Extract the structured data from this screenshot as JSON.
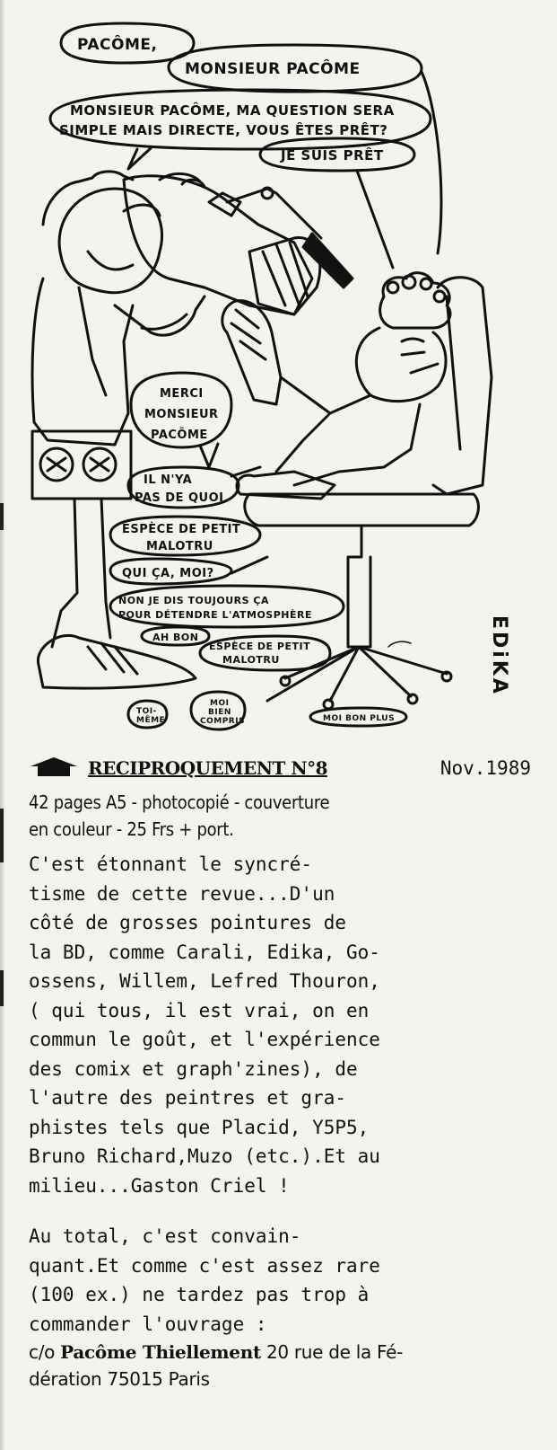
{
  "cartoon": {
    "bubbles": {
      "b1": "PACÔME,",
      "b2": "MONSIEUR PACÔME",
      "b3_line1": "MONSIEUR PACÔME, MA QUESTION SERA",
      "b3_line2": "SIMPLE MAIS DIRECTE, VOUS ÊTES PRÊT?",
      "b4": "JE SUIS PRÊT",
      "b5_line1": "MERCI",
      "b5_line2": "MONSIEUR",
      "b5_line3": "PACÔME",
      "b6_line1": "IL N'YA",
      "b6_line2": "PAS DE QUOI",
      "b7_line1": "ESPÈCE DE PETIT",
      "b7_line2": "MALOTRU",
      "b8": "QUI ÇA, MOI?",
      "b9_line1": "NON JE DIS TOUJOURS ÇA",
      "b9_line2": "POUR DÉTENDRE L'ATMOSPHÈRE",
      "b10": "AH BON",
      "b11_line1": "ESPÈCE DE PETIT",
      "b11_line2": "MALOTRU",
      "b12_line1": "TOI-",
      "b12_line2": "MÊME",
      "b13_line1": "MOI",
      "b13_line2": "BIEN",
      "b13_line3": "COMPRIS",
      "b14": "MOI BON PLUS"
    },
    "signature": "EDiKA"
  },
  "review": {
    "title": "RECIPROQUEMENT N°8",
    "date": "Nov.1989",
    "specs_line1": "42 pages A5 - photocopié - couverture",
    "specs_line2": "en couleur - 25 Frs + port.",
    "paragraph1": "    C'est étonnant le syncré-\ntisme de cette revue...D'un\ncôté de grosses pointures de\nla BD, comme Carali, Edika, Go-\nossens, Willem, Lefred Thouron,\n( qui tous, il est vrai, on en\ncommun le goût, et l'expérience\ndes comix et graph'zines), de\nl'autre des peintres et gra-\nphistes tels que Placid, Y5P5,\nBruno Richard,Muzo (etc.).Et au\nmilieu...Gaston Criel !",
    "paragraph2": "    Au total, c'est convain-\nquant.Et comme c'est assez rare\n(100 ex.) ne tardez pas trop à\ncommander l'ouvrage :",
    "address_prefix": "c/o ",
    "address_name": "Pacôme Thiellement",
    "address_rest1": " 20 rue de la Fé-",
    "address_line2": "dération 75015 Paris"
  }
}
